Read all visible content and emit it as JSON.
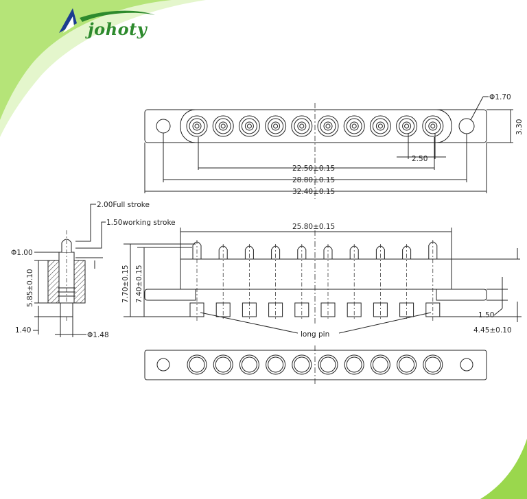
{
  "brand": {
    "name": "johoty",
    "accent_green": "#8fd33a",
    "logo_blue": "#1b3c8f",
    "logo_green": "#2d8a2d"
  },
  "top_view": {
    "hole_diameter": "Φ1.70",
    "height": "3.30",
    "pitch": "2.50",
    "dim_inner": "22.50±0.15",
    "dim_mid": "28.80±0.15",
    "dim_overall": "32.40±0.15",
    "pin_count": 10
  },
  "side_view": {
    "full_stroke": "2.00Full stroke",
    "working_stroke": "1.50working stroke",
    "pin_diameter": "Φ1.00",
    "body_height": "5.85±0.10",
    "tail_length": "1.40",
    "tail_diameter": "Φ1.48"
  },
  "front_view": {
    "span": "25.80±0.15",
    "height_outer": "7.70±0.15",
    "height_inner": "7.40±0.15",
    "flange": "1.50",
    "tail_height": "4.45±0.10",
    "long_pin_label": "long pin"
  },
  "bottom_view": {
    "pin_count": 10
  }
}
